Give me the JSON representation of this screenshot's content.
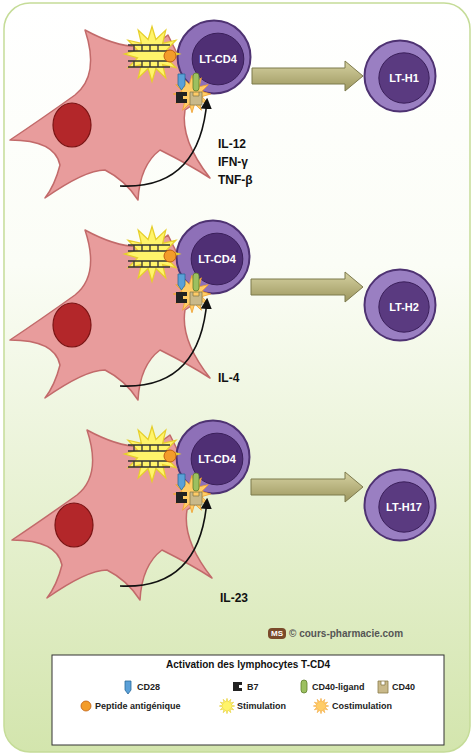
{
  "diagram": {
    "nodes": [
      {
        "text": [
          "LT-CD4"
        ]
      },
      {
        "text": [
          "LT-H1"
        ]
      },
      {
        "text": [
          "LT-CD4"
        ]
      },
      {
        "text": [
          "LT-H2"
        ]
      },
      {
        "text": [
          "LT-CD4"
        ]
      },
      {
        "text": [
          "LT-H17"
        ]
      }
    ],
    "edges": [
      {
        "from": 0,
        "to": 1,
        "arrow": "to"
      },
      {
        "from": 2,
        "to": 3,
        "arrow": "to"
      },
      {
        "from": 4,
        "to": 5,
        "arrow": "to"
      }
    ],
    "labels": [
      "IL-12",
      "IFN-γ",
      "TNF-β",
      "IL-4",
      "IL-23",
      "MS",
      "© cours-pharmacie.com",
      "Activation des lymphocytes T-CD4"
    ],
    "legend": [
      {
        "text": "CD28"
      },
      {
        "text": "B7"
      },
      {
        "text": "CD40-ligand"
      },
      {
        "text": "CD40"
      },
      {
        "text": "Peptide antigénique"
      },
      {
        "text": "Stimulation"
      },
      {
        "text": "Costimulation"
      }
    ]
  }
}
